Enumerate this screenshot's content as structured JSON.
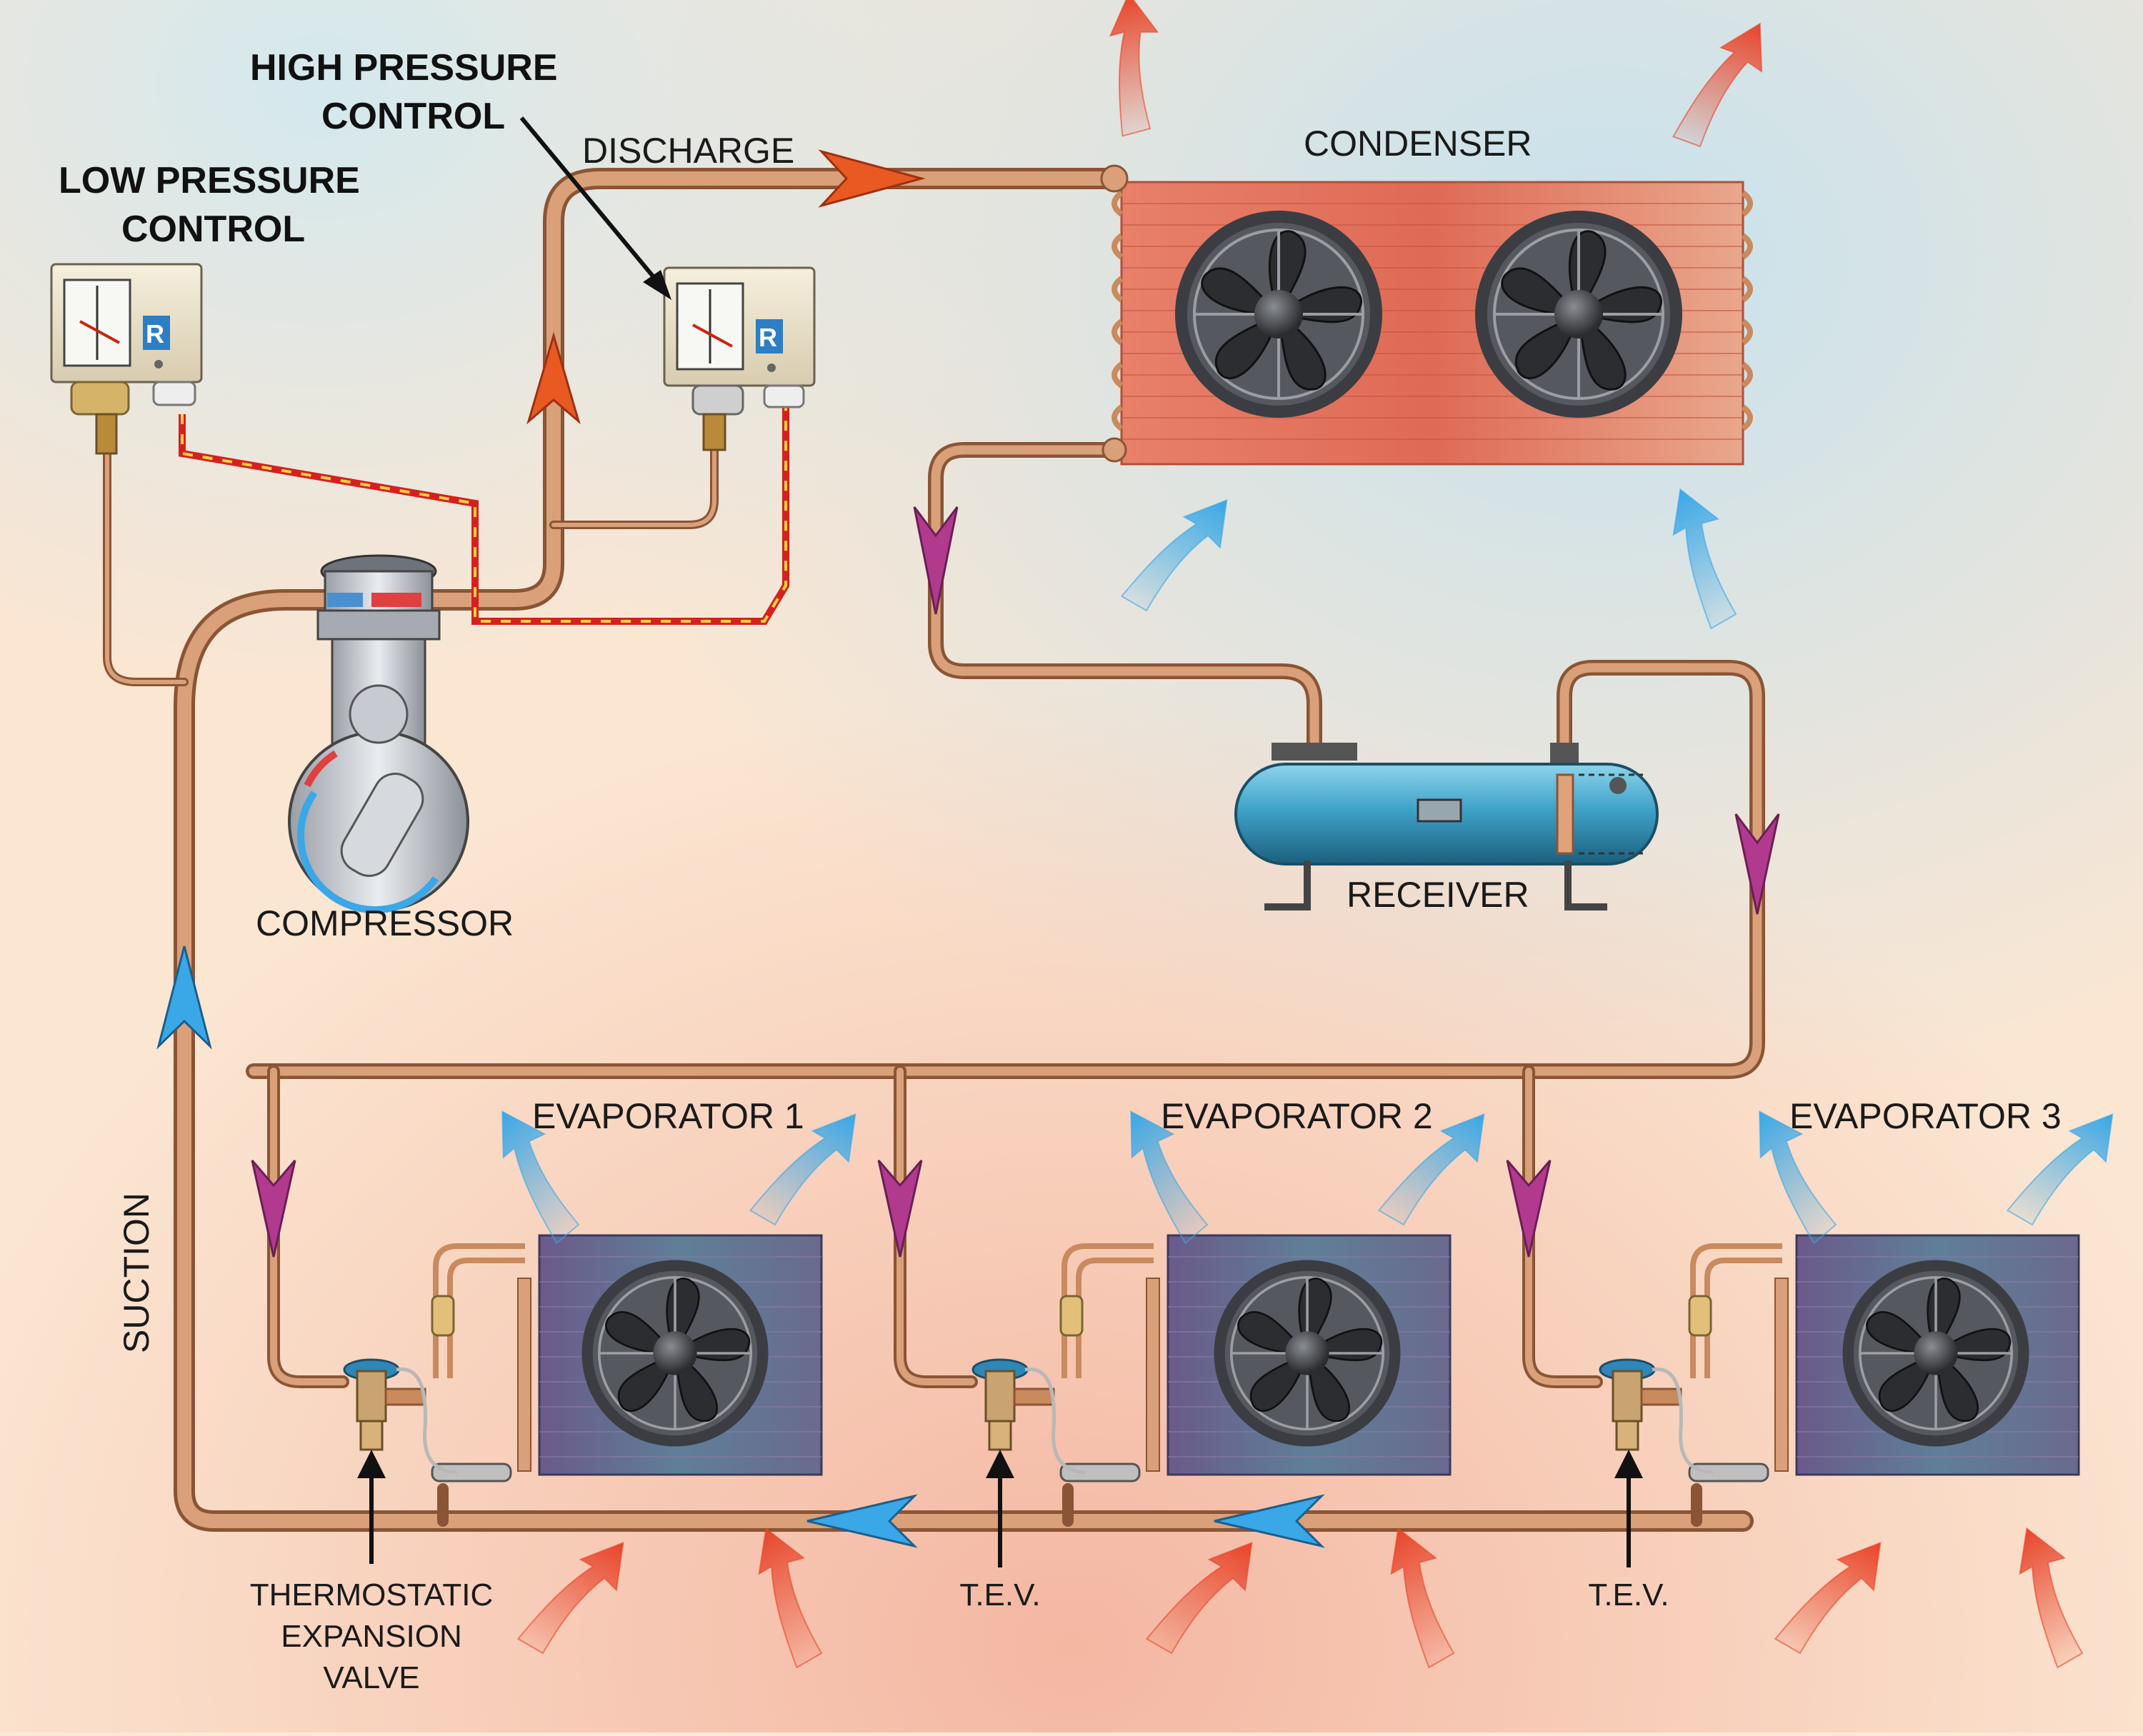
{
  "labels": {
    "high_pressure_control": [
      "HIGH PRESSURE",
      "CONTROL"
    ],
    "low_pressure_control": [
      "LOW PRESSURE",
      "CONTROL"
    ],
    "discharge": "DISCHARGE",
    "condenser": "CONDENSER",
    "compressor": "COMPRESSOR",
    "receiver": "RECEIVER",
    "suction": "SUCTION",
    "evaporator_1": "EVAPORATOR 1",
    "evaporator_2": "EVAPORATOR 2",
    "evaporator_3": "EVAPORATOR 3",
    "thermostatic_expansion_valve": [
      "THERMOSTATIC",
      "EXPANSION",
      "VALVE"
    ],
    "tev_2": "T.E.V.",
    "tev_3": "T.E.V."
  },
  "colors": {
    "pipe": "#c98a5e",
    "pipe_edge": "#8a5535",
    "hot_arrow": "#e8452a",
    "cold_arrow": "#3aa7e6",
    "liquid_arrow": "#b23a8e",
    "wire": "#d62020",
    "wire_dash": "#f2d23c",
    "receiver": "#3fa3c9"
  },
  "icons": {
    "fan": "fan-icon",
    "pressure_switch": "pressure-switch-icon",
    "compressor": "compressor-icon",
    "receiver": "receiver-tank-icon",
    "expansion_valve": "expansion-valve-icon"
  }
}
